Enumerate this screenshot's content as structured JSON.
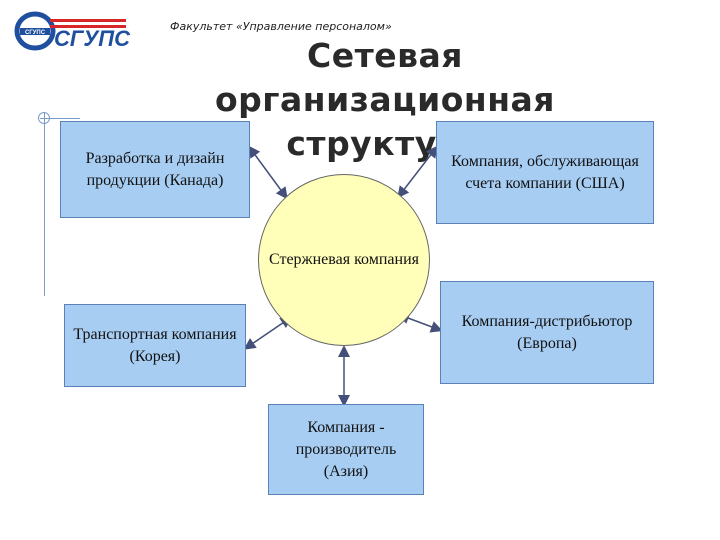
{
  "header": {
    "logo_text": "СГУПС",
    "faculty": "Факультет «Управление персоналом»",
    "title_line1": "Сетевая организационная",
    "title_line2": "структура"
  },
  "diagram": {
    "core": "Стержневая компания",
    "nodes": {
      "design": "Разработка и дизайн продукции (Канада)",
      "accounting": "Компания, обслуживающая счета компании (США)",
      "transport": "Транспортная компания (Корея)",
      "distributor": "Компания-дистрибьютор (Европа)",
      "manufacturer": "Компания - производитель (Азия)"
    }
  },
  "colors": {
    "box_fill": "#a7cdf2",
    "core_fill": "#ffffb9",
    "logo_blue": "#1f4f9e",
    "logo_red": "#d8252a"
  }
}
